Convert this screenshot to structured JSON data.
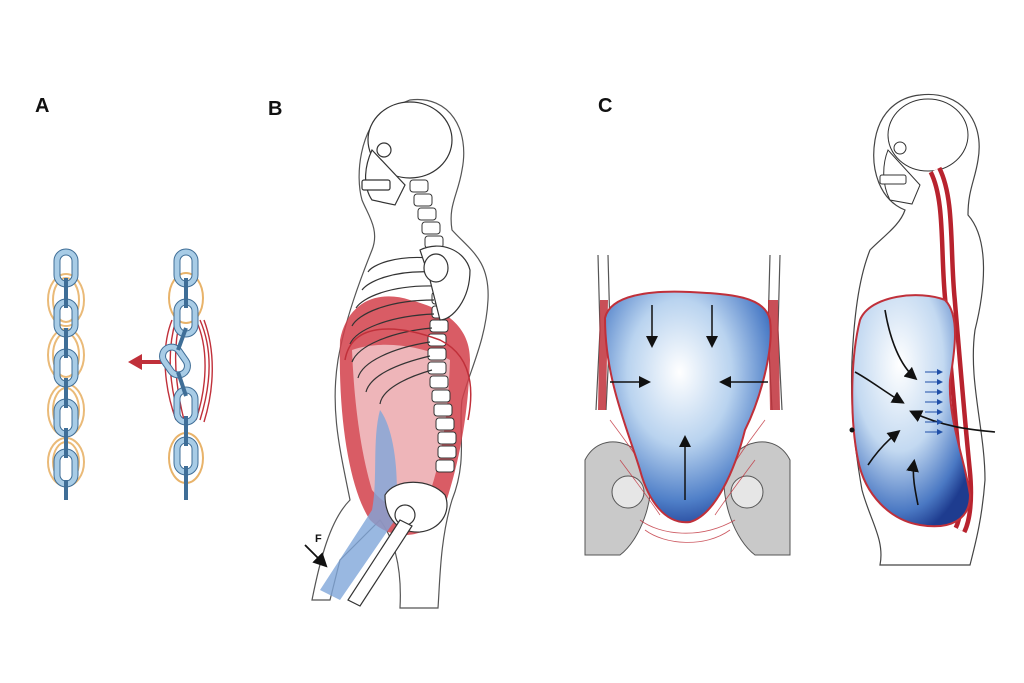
{
  "labels": {
    "panel_a": "A",
    "panel_b": "B",
    "panel_c": "C",
    "force": "F"
  },
  "colors": {
    "chain": "#9fc4e0",
    "chain_outline": "#3f6e97",
    "muscle_orange": "#e8b36a",
    "muscle_red": "#c0303a",
    "pressure_blue": "#1f4fa8",
    "pressure_light": "#dbe8f7",
    "bone_gray": "#bfbfbf",
    "outline": "#333333"
  },
  "icons": {
    "arrow": "red-left-arrow-icon"
  }
}
